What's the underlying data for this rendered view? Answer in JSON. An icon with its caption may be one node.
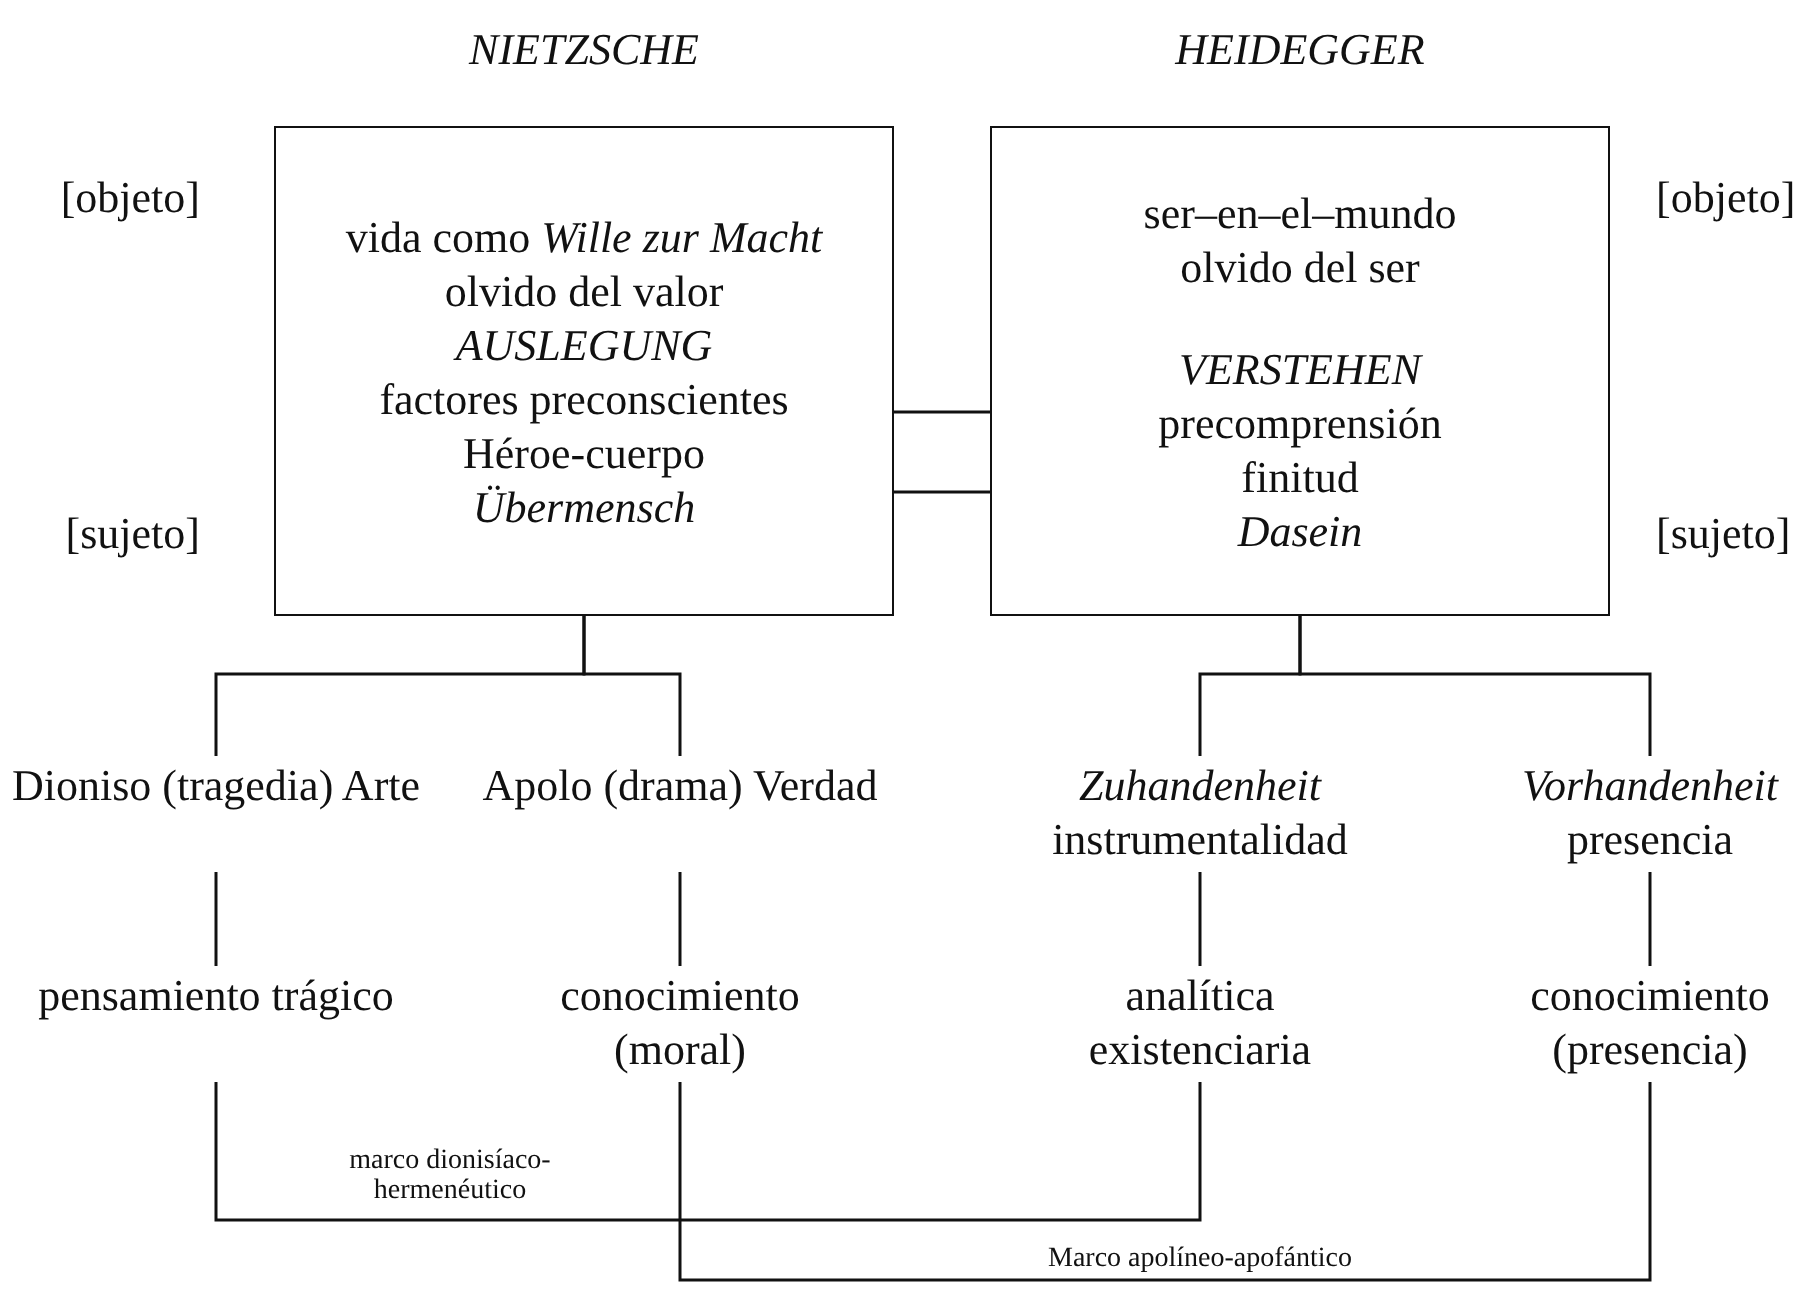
{
  "diagram": {
    "nodes": [
      {
        "text": [
          "NIETZSCHE",
          "vida como *Wille zur Macht*",
          "olvido del valor",
          "*AUSLEGUNG*",
          "factores preconscientes",
          "Héroe-cuerpo",
          "*Übermensch*"
        ],
        "beside": [
          "[objeto]",
          "[sujeto]"
        ]
      },
      {
        "text": [
          "HEIDEGGER",
          "ser–en–el–mundo",
          "olvido del ser",
          "*VERSTEHEN*",
          "precomprensión",
          "finitud",
          "*Dasein*"
        ],
        "beside": [
          "[objeto]",
          "[sujeto]"
        ]
      },
      {
        "text": [
          "Dioniso (tragedia) Arte"
        ]
      },
      {
        "text": [
          "Apolo (drama) Verdad"
        ]
      },
      {
        "text": [
          "*Zuhandenheit* instrumentalidad"
        ]
      },
      {
        "text": [
          "*Vorhandenheit* presencia"
        ]
      },
      {
        "text": [
          "pensamiento trágico"
        ]
      },
      {
        "text": [
          "conocimiento (moral)"
        ]
      },
      {
        "text": [
          "analítica existenciaria"
        ]
      },
      {
        "text": [
          "conocimiento (presencia)"
        ]
      }
    ],
    "edges": [
      {
        "from": 0,
        "to": 1,
        "arrow": "none"
      },
      {
        "from": 0,
        "to": 1,
        "arrow": "none"
      },
      {
        "from": 0,
        "to": 2,
        "arrow": "none"
      },
      {
        "from": 0,
        "to": 3,
        "arrow": "none"
      },
      {
        "from": 1,
        "to": 4,
        "arrow": "none"
      },
      {
        "from": 1,
        "to": 5,
        "arrow": "none"
      },
      {
        "from": 2,
        "to": 6,
        "arrow": "none"
      },
      {
        "from": 3,
        "to": 7,
        "arrow": "none"
      },
      {
        "from": 4,
        "to": 8,
        "arrow": "none"
      },
      {
        "from": 5,
        "to": 9,
        "arrow": "none"
      },
      {
        "from": 6,
        "to": 8,
        "arrow": "none",
        "label": "marco dionisíaco-hermenéutico"
      },
      {
        "from": 7,
        "to": 9,
        "arrow": "none",
        "label": "Marco apolíneo-apofántico"
      }
    ]
  }
}
